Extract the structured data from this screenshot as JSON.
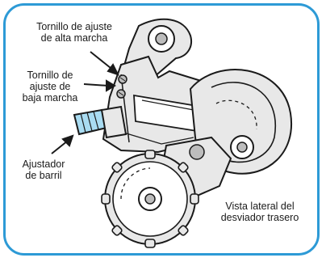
{
  "labels": {
    "high_gear_screw": [
      "Tornillo de ajuste",
      "de alta marcha"
    ],
    "low_gear_screw": [
      "Tornillo de",
      "ajuste de",
      "baja marcha"
    ],
    "barrel_adjuster": [
      "Ajustador",
      "de barril"
    ],
    "view_caption": [
      "Vista lateral del",
      "desviador trasero"
    ]
  },
  "colors": {
    "frame_border": "#2d9ad6",
    "line": "#1a1a1a",
    "part_fill": "#e8e8e8",
    "shade": "#bdbdbd",
    "adjuster_fill": "#a9dcf2"
  }
}
